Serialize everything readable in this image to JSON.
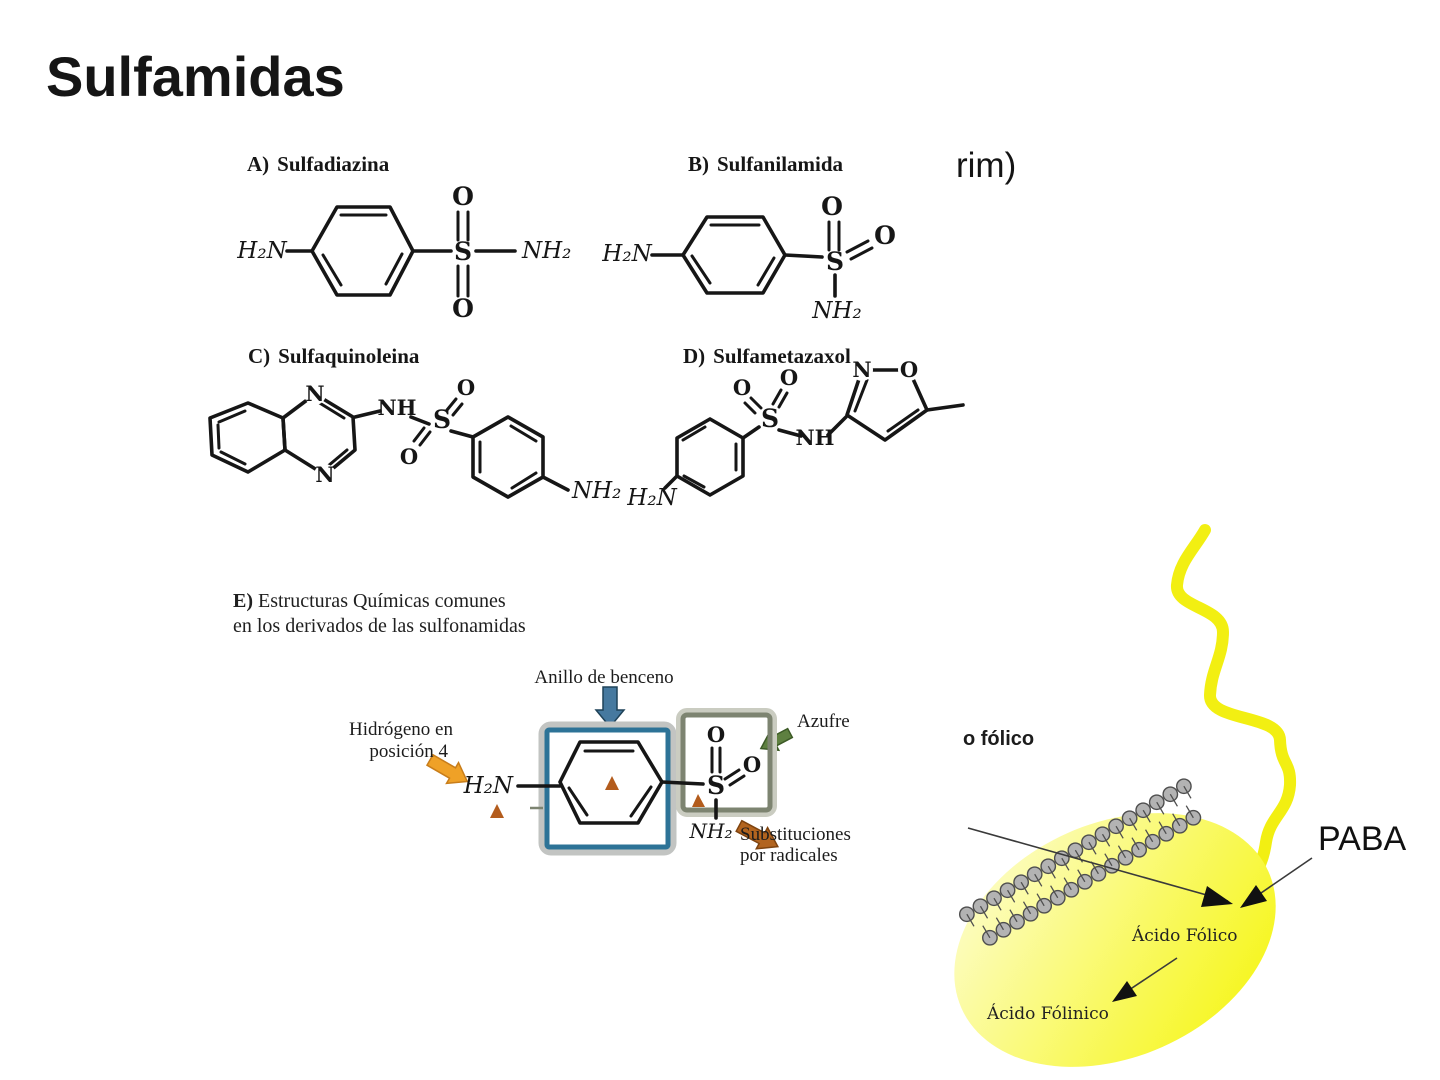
{
  "title": "Sulfamidas",
  "truncated_text": "rim)",
  "figA": {
    "tag": "A)",
    "name": "Sulfadiazina",
    "h2n": "H₂N",
    "s": "S",
    "o_top": "O",
    "o_bottom": "O",
    "nh2": "NH₂"
  },
  "figB": {
    "tag": "B)",
    "name": "Sulfanilamida",
    "h2n": "H₂N",
    "s": "S",
    "o_top": "O",
    "o_right": "O",
    "nh2": "NH₂"
  },
  "figC": {
    "tag": "C)",
    "name": "Sulfaquinoleina",
    "n_top": "N",
    "n_bottom": "N",
    "nh": "NH",
    "s": "S",
    "o_top": "O",
    "o_bottom": "O",
    "nh2": "NH₂"
  },
  "figD": {
    "tag": "D)",
    "name": "Sulfametazaxol",
    "h2n": "H₂N",
    "s": "S",
    "o_left": "O",
    "o_right": "O",
    "nh": "NH",
    "ring_n": "N",
    "ring_o": "O"
  },
  "figE": {
    "tag": "E)",
    "caption_line1": "Estructuras Químicas comunes",
    "caption_line2": "en los derivados de las sulfonamidas",
    "label_benzene": "Anillo de benceno",
    "label_hydrogen_line1": "Hidrógeno en",
    "label_hydrogen_line2": "posición 4",
    "label_sulfur": "Azufre",
    "label_subst_line1": "Substituciones",
    "label_subst_line2": "por radicales",
    "h2n": "H₂N",
    "s": "S",
    "o_top": "O",
    "o_right": "O",
    "nh2": "NH₂"
  },
  "bacteria": {
    "label_folico_partial": "o fólico",
    "label_paba": "PABA",
    "label_acido_folico": "Ácido Fólico",
    "label_acido_folinico": "Ácido Fólinico"
  },
  "colors": {
    "benzene_box_blue": "#2d7397",
    "sulfur_box_olive": "#7d8471",
    "arrow_blue": "#46799f",
    "arrow_green": "#5e8040",
    "arrow_gold": "#efa127",
    "arrow_brown": "#b2641f",
    "marker_triangle_orange": "#b35c1d",
    "cell_yellow": "#f5f508",
    "membrane_gray": "#b3b3b3",
    "ink": "#161616"
  }
}
